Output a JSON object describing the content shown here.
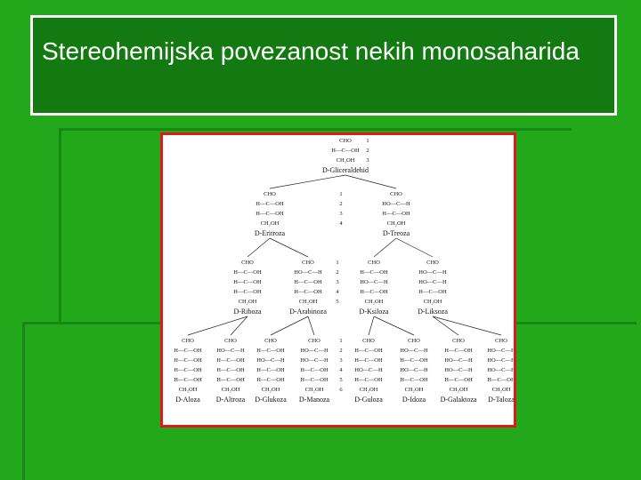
{
  "slide": {
    "title": "Stereohemijska povezanost nekih monosaharida",
    "colors": {
      "background": "#22a81a",
      "title_box": "#137a12",
      "title_border": "#ffffff",
      "figure_border": "#e01818"
    }
  },
  "figure": {
    "level1": [
      {
        "name": "D-Gliceraldehid",
        "lines": [
          "CHO",
          "H—C—OH",
          "CH₂OH"
        ]
      }
    ],
    "level2": [
      {
        "name": "D-Eritroza",
        "lines": [
          "CHO",
          "H—C—OH",
          "H—C—OH",
          "CH₂OH"
        ]
      },
      {
        "name": "D-Treoza",
        "lines": [
          "CHO",
          "HO—C—H",
          "H—C—OH",
          "CH₂OH"
        ]
      }
    ],
    "level3": [
      {
        "name": "D-Riboza",
        "lines": [
          "CHO",
          "H—C—OH",
          "H—C—OH",
          "H—C—OH",
          "CH₂OH"
        ]
      },
      {
        "name": "D-Arabinoza",
        "lines": [
          "CHO",
          "HO—C—H",
          "H—C—OH",
          "H—C—OH",
          "CH₂OH"
        ]
      },
      {
        "name": "D-Ksiloza",
        "lines": [
          "CHO",
          "H—C—OH",
          "HO—C—H",
          "H—C—OH",
          "CH₂OH"
        ]
      },
      {
        "name": "D-Liksoza",
        "lines": [
          "CHO",
          "HO—C—H",
          "HO—C—H",
          "H—C—OH",
          "CH₂OH"
        ]
      }
    ],
    "level4": [
      {
        "name": "D-Aloza",
        "lines": [
          "CHO",
          "H—C—OH",
          "H—C—OH",
          "H—C—OH",
          "H—C—OH",
          "CH₂OH"
        ]
      },
      {
        "name": "D-Altroza",
        "lines": [
          "CHO",
          "HO—C—H",
          "H—C—OH",
          "H—C—OH",
          "H—C—OH",
          "CH₂OH"
        ]
      },
      {
        "name": "D-Glukoza",
        "lines": [
          "CHO",
          "H—C—OH",
          "HO—C—H",
          "H—C—OH",
          "H—C—OH",
          "CH₂OH"
        ]
      },
      {
        "name": "D-Manoza",
        "lines": [
          "CHO",
          "HO—C—H",
          "HO—C—H",
          "H—C—OH",
          "H—C—OH",
          "CH₂OH"
        ]
      },
      {
        "name": "D-Guloza",
        "lines": [
          "CHO",
          "H—C—OH",
          "H—C—OH",
          "HO—C—H",
          "H—C—OH",
          "CH₂OH"
        ]
      },
      {
        "name": "D-Idoza",
        "lines": [
          "CHO",
          "HO—C—H",
          "H—C—OH",
          "HO—C—H",
          "H—C—OH",
          "CH₂OH"
        ]
      },
      {
        "name": "D-Galaktoza",
        "lines": [
          "CHO",
          "H—C—OH",
          "HO—C—H",
          "HO—C—H",
          "H—C—OH",
          "CH₂OH"
        ]
      },
      {
        "name": "D-Taloza",
        "lines": [
          "CHO",
          "HO—C—H",
          "HO—C—H",
          "HO—C—H",
          "H—C—OH",
          "CH₂OH"
        ]
      }
    ],
    "carbon_numbers": {
      "level1": [
        "1",
        "2",
        "3"
      ],
      "level2": [
        "1",
        "2",
        "3",
        "4"
      ],
      "level3": [
        "1",
        "2",
        "3",
        "4",
        "5"
      ],
      "level4": [
        "1",
        "2",
        "3",
        "4",
        "5",
        "6"
      ]
    }
  }
}
